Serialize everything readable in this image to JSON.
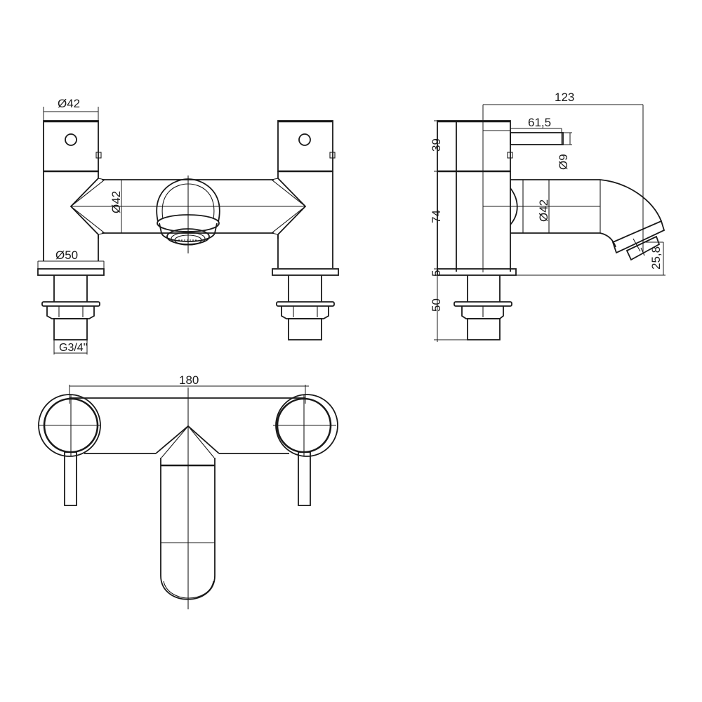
{
  "drawing": {
    "title": "Bath filler technical drawing",
    "stroke_color": "#1a1a1a",
    "background": "#ffffff"
  },
  "front_view": {
    "labels": {
      "handle_diameter": "Ø42",
      "body_diameter": "Ø42",
      "base_diameter": "Ø50",
      "thread": "G3/4\""
    }
  },
  "side_view": {
    "labels": {
      "overall_depth": "123",
      "lever_reach": "61,5",
      "lever_diameter": "Ø9",
      "spout_diameter": "Ø42",
      "handle_height": "39",
      "body_height": "74",
      "base_height": "5",
      "shank_length": "50",
      "spout_outlet_height": "25,8"
    }
  },
  "top_view": {
    "labels": {
      "centers": "180"
    }
  }
}
